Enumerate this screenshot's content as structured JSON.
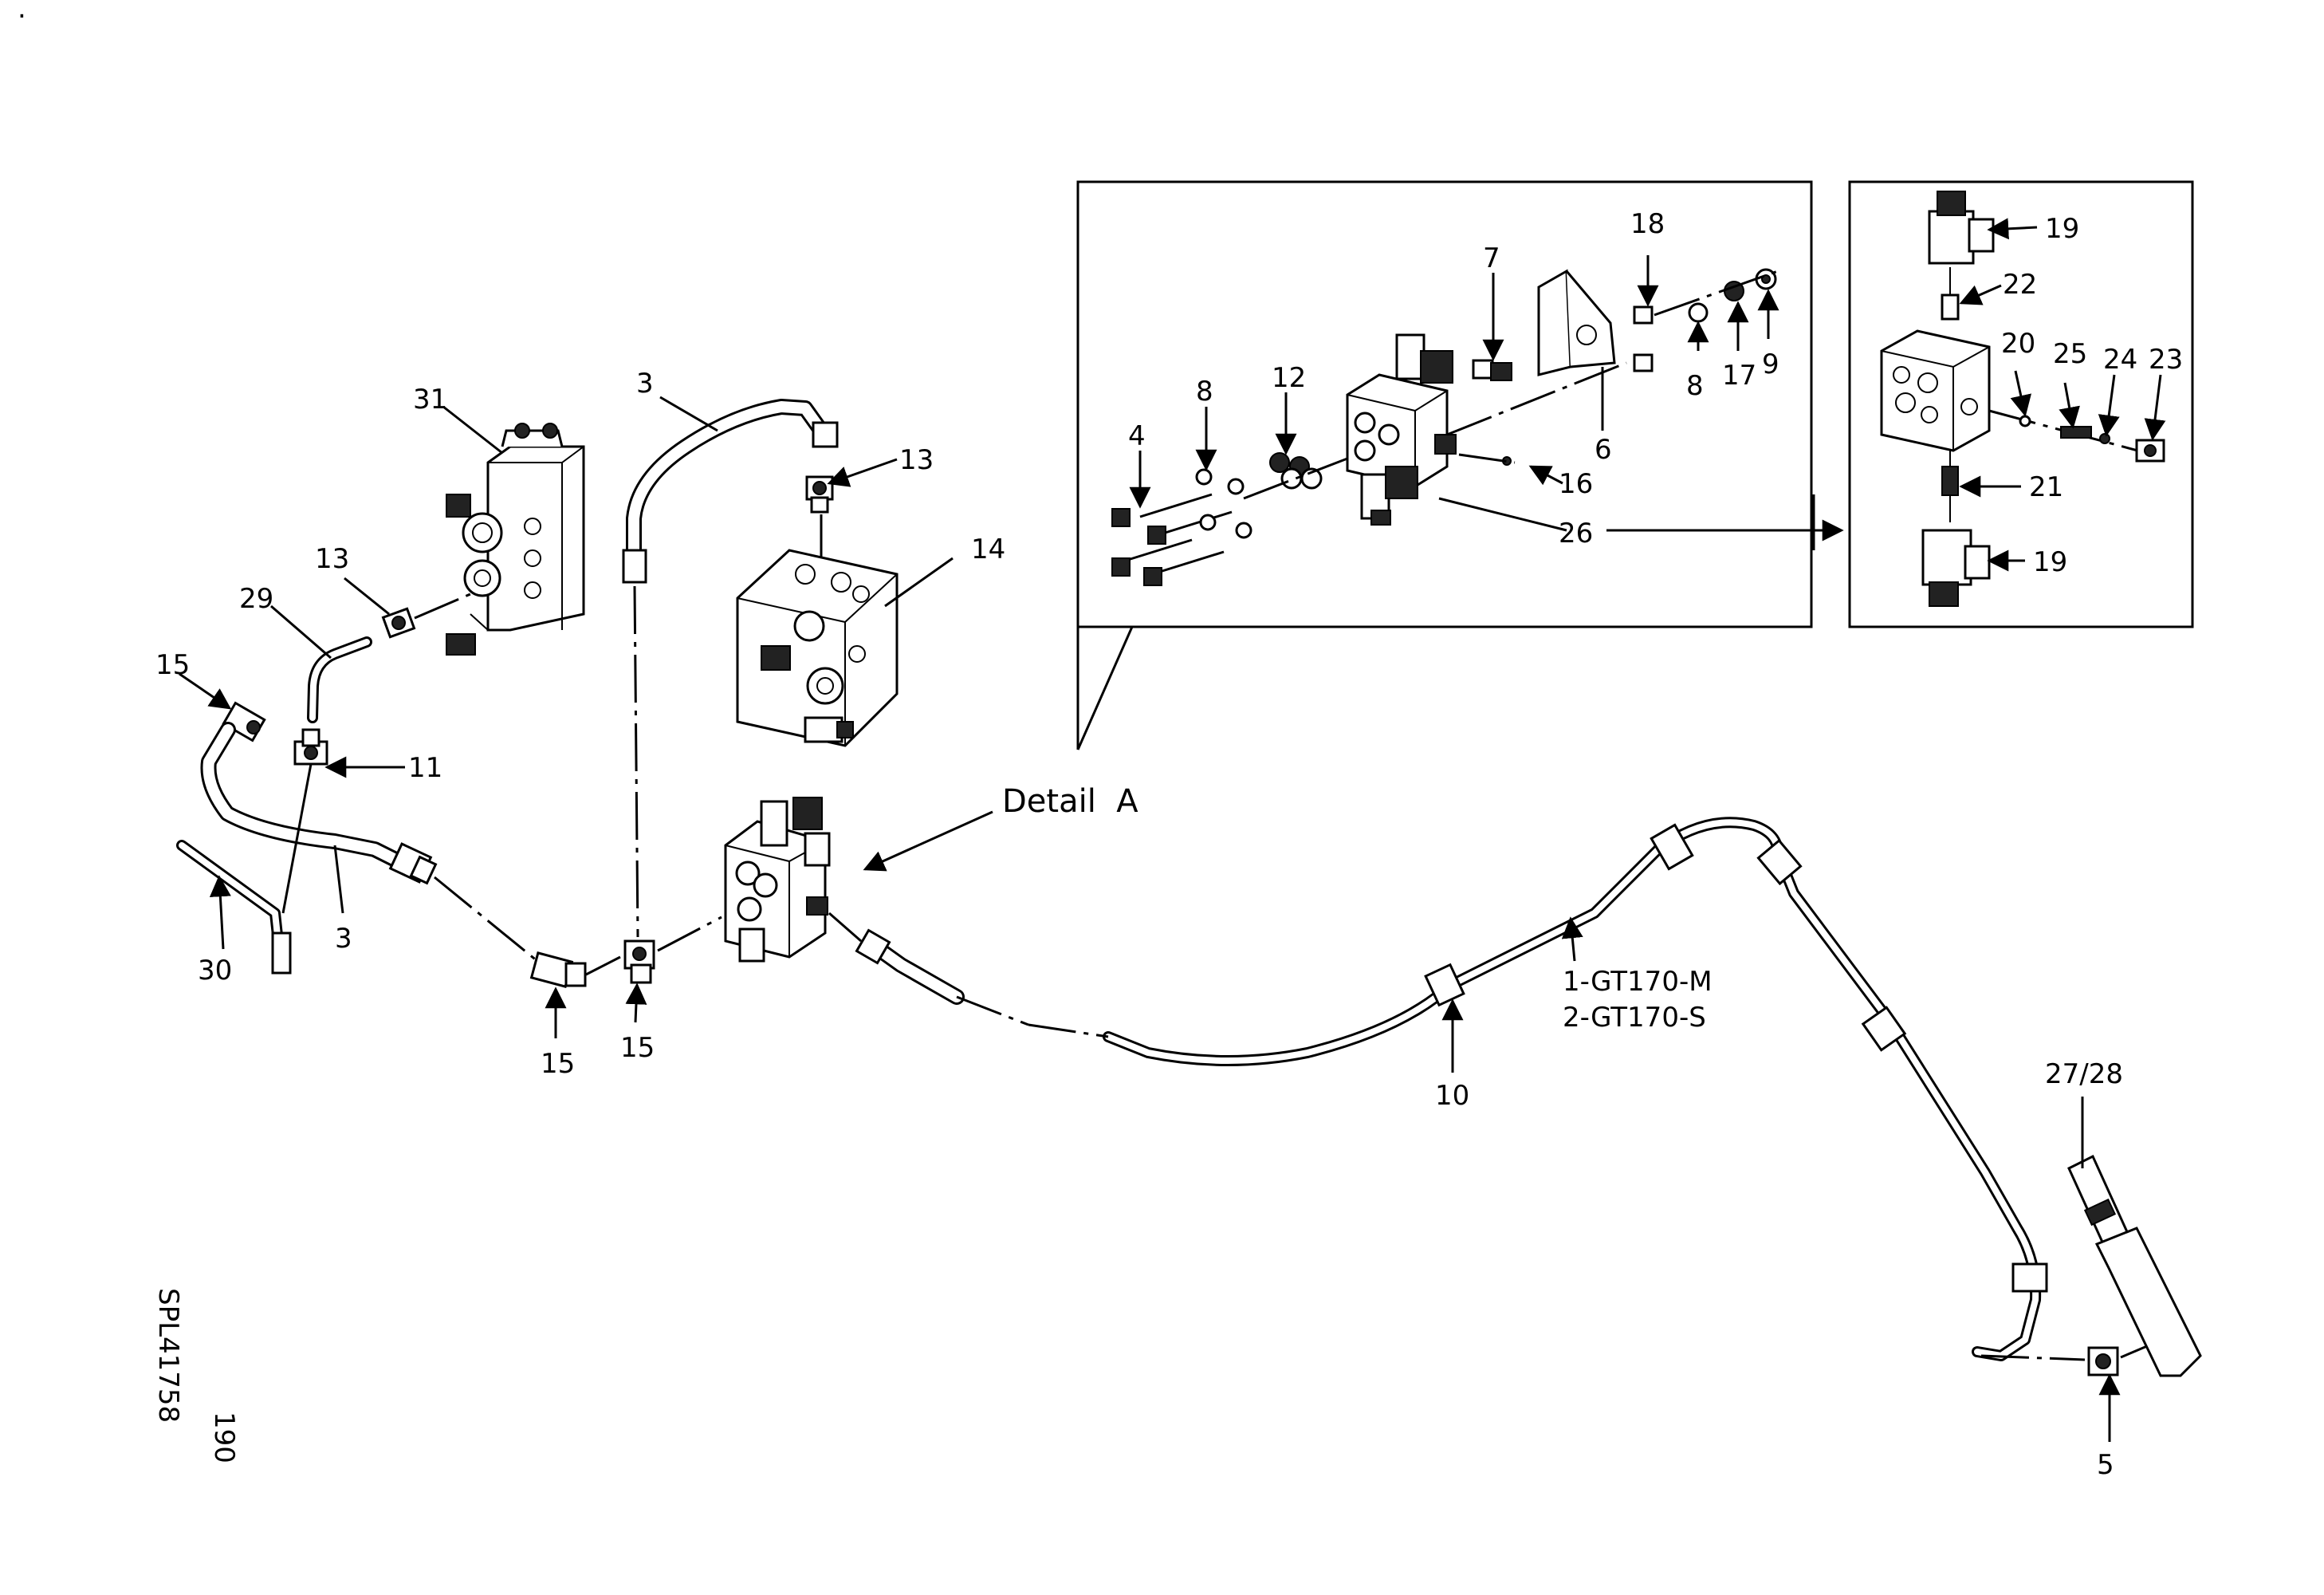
{
  "drawing": {
    "detail_label": "Detail  A",
    "tube_spec_line1": "1-GT170-M",
    "tube_spec_line2": "2-GT170-S",
    "sheet_number": "190",
    "sheet_code": "SPL41758",
    "corner_mark": "."
  },
  "callouts": {
    "c31": "31",
    "c3_top": "3",
    "c13_top": "13",
    "c14": "14",
    "c13_left": "13",
    "c29": "29",
    "c15_left": "15",
    "c11": "11",
    "c30": "30",
    "c3_left": "3",
    "c15_mid_a": "15",
    "c15_mid_b": "15",
    "c10": "10",
    "c27_28": "27/28",
    "c5": "5",
    "d18": "18",
    "d7": "7",
    "d8_top": "8",
    "d12": "12",
    "d4": "4",
    "d8_right": "8",
    "d17": "17",
    "d9": "9",
    "d6": "6",
    "d16": "16",
    "d26": "26",
    "d19_top": "19",
    "d22": "22",
    "d20": "20",
    "d25": "25",
    "d24": "24",
    "d23": "23",
    "d21": "21",
    "d19_bottom": "19"
  }
}
